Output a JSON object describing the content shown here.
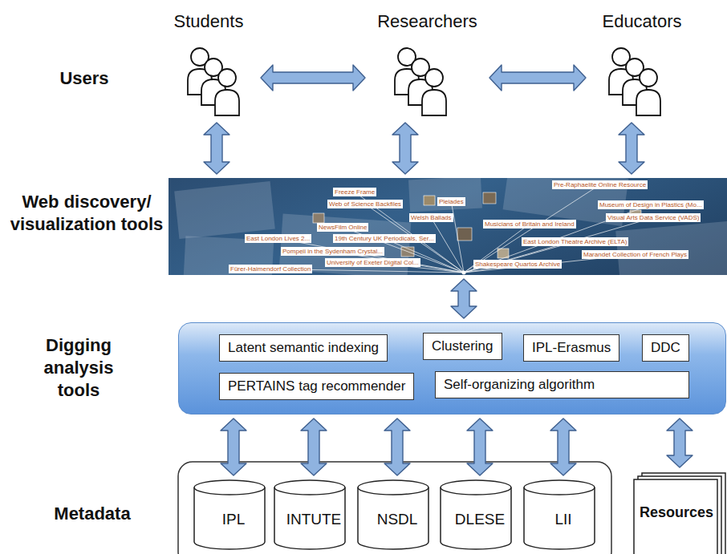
{
  "diagram": {
    "nodes": [
      {
        "text": [
          "Students"
        ]
      },
      {
        "text": [
          "Researchers"
        ]
      },
      {
        "text": [
          "Educators"
        ]
      },
      {
        "text": [
          "Pre-Raphaelite Online Resource",
          "Freeze Frame",
          "Web of Science Backfiles",
          "Pleiades",
          "Museum of Design in Plastics (Mo...",
          "Visual Arts Data Service (VADS)",
          "Musicians of Britain and Ireland",
          "Welsh Ballads",
          "NewsFilm Online",
          "East London Lives 2...",
          "19th Century UK Periodicals, Ser...",
          "East London Theatre Archive (ELTA)",
          "Pompeii in the Sydenham Crystal...",
          "Marandet Collection of French Plays",
          "University of Exeter Digital Col...",
          "Shakespeare Quartos Archive",
          "Fürer-Haimendorf Collection"
        ]
      },
      {
        "text": [
          "Digging analysis tools"
        ]
      },
      {
        "text": [
          "Latent semantic indexing"
        ],
        "in": 4
      },
      {
        "text": [
          "Clustering"
        ],
        "in": 4
      },
      {
        "text": [
          "IPL-Erasmus"
        ],
        "in": 4
      },
      {
        "text": [
          "DDC"
        ],
        "in": 4
      },
      {
        "text": [
          "PERTAINS tag recommender"
        ],
        "in": 4
      },
      {
        "text": [
          "Self-organizing algorithm"
        ],
        "in": 4
      },
      {
        "text": [
          "IPL"
        ]
      },
      {
        "text": [
          "INTUTE"
        ]
      },
      {
        "text": [
          "NSDL"
        ]
      },
      {
        "text": [
          "DLESE"
        ]
      },
      {
        "text": [
          "LII"
        ]
      },
      {
        "text": [
          "Resources"
        ]
      }
    ],
    "edges": [
      {
        "from": 0,
        "to": 1,
        "arrow": "both"
      },
      {
        "from": 1,
        "to": 2,
        "arrow": "both"
      },
      {
        "from": 0,
        "to": 3,
        "arrow": "both"
      },
      {
        "from": 1,
        "to": 3,
        "arrow": "both"
      },
      {
        "from": 2,
        "to": 3,
        "arrow": "both"
      },
      {
        "from": 3,
        "to": 4,
        "arrow": "both"
      },
      {
        "from": 4,
        "to": 11,
        "arrow": "both"
      },
      {
        "from": 4,
        "to": 12,
        "arrow": "both"
      },
      {
        "from": 4,
        "to": 13,
        "arrow": "both"
      },
      {
        "from": 4,
        "to": 14,
        "arrow": "both"
      },
      {
        "from": 4,
        "to": 15,
        "arrow": "both"
      },
      {
        "from": 4,
        "to": 16,
        "arrow": "both"
      }
    ],
    "labels": [
      "Users",
      "Web discovery/ visualization tools",
      "Metadata"
    ]
  }
}
